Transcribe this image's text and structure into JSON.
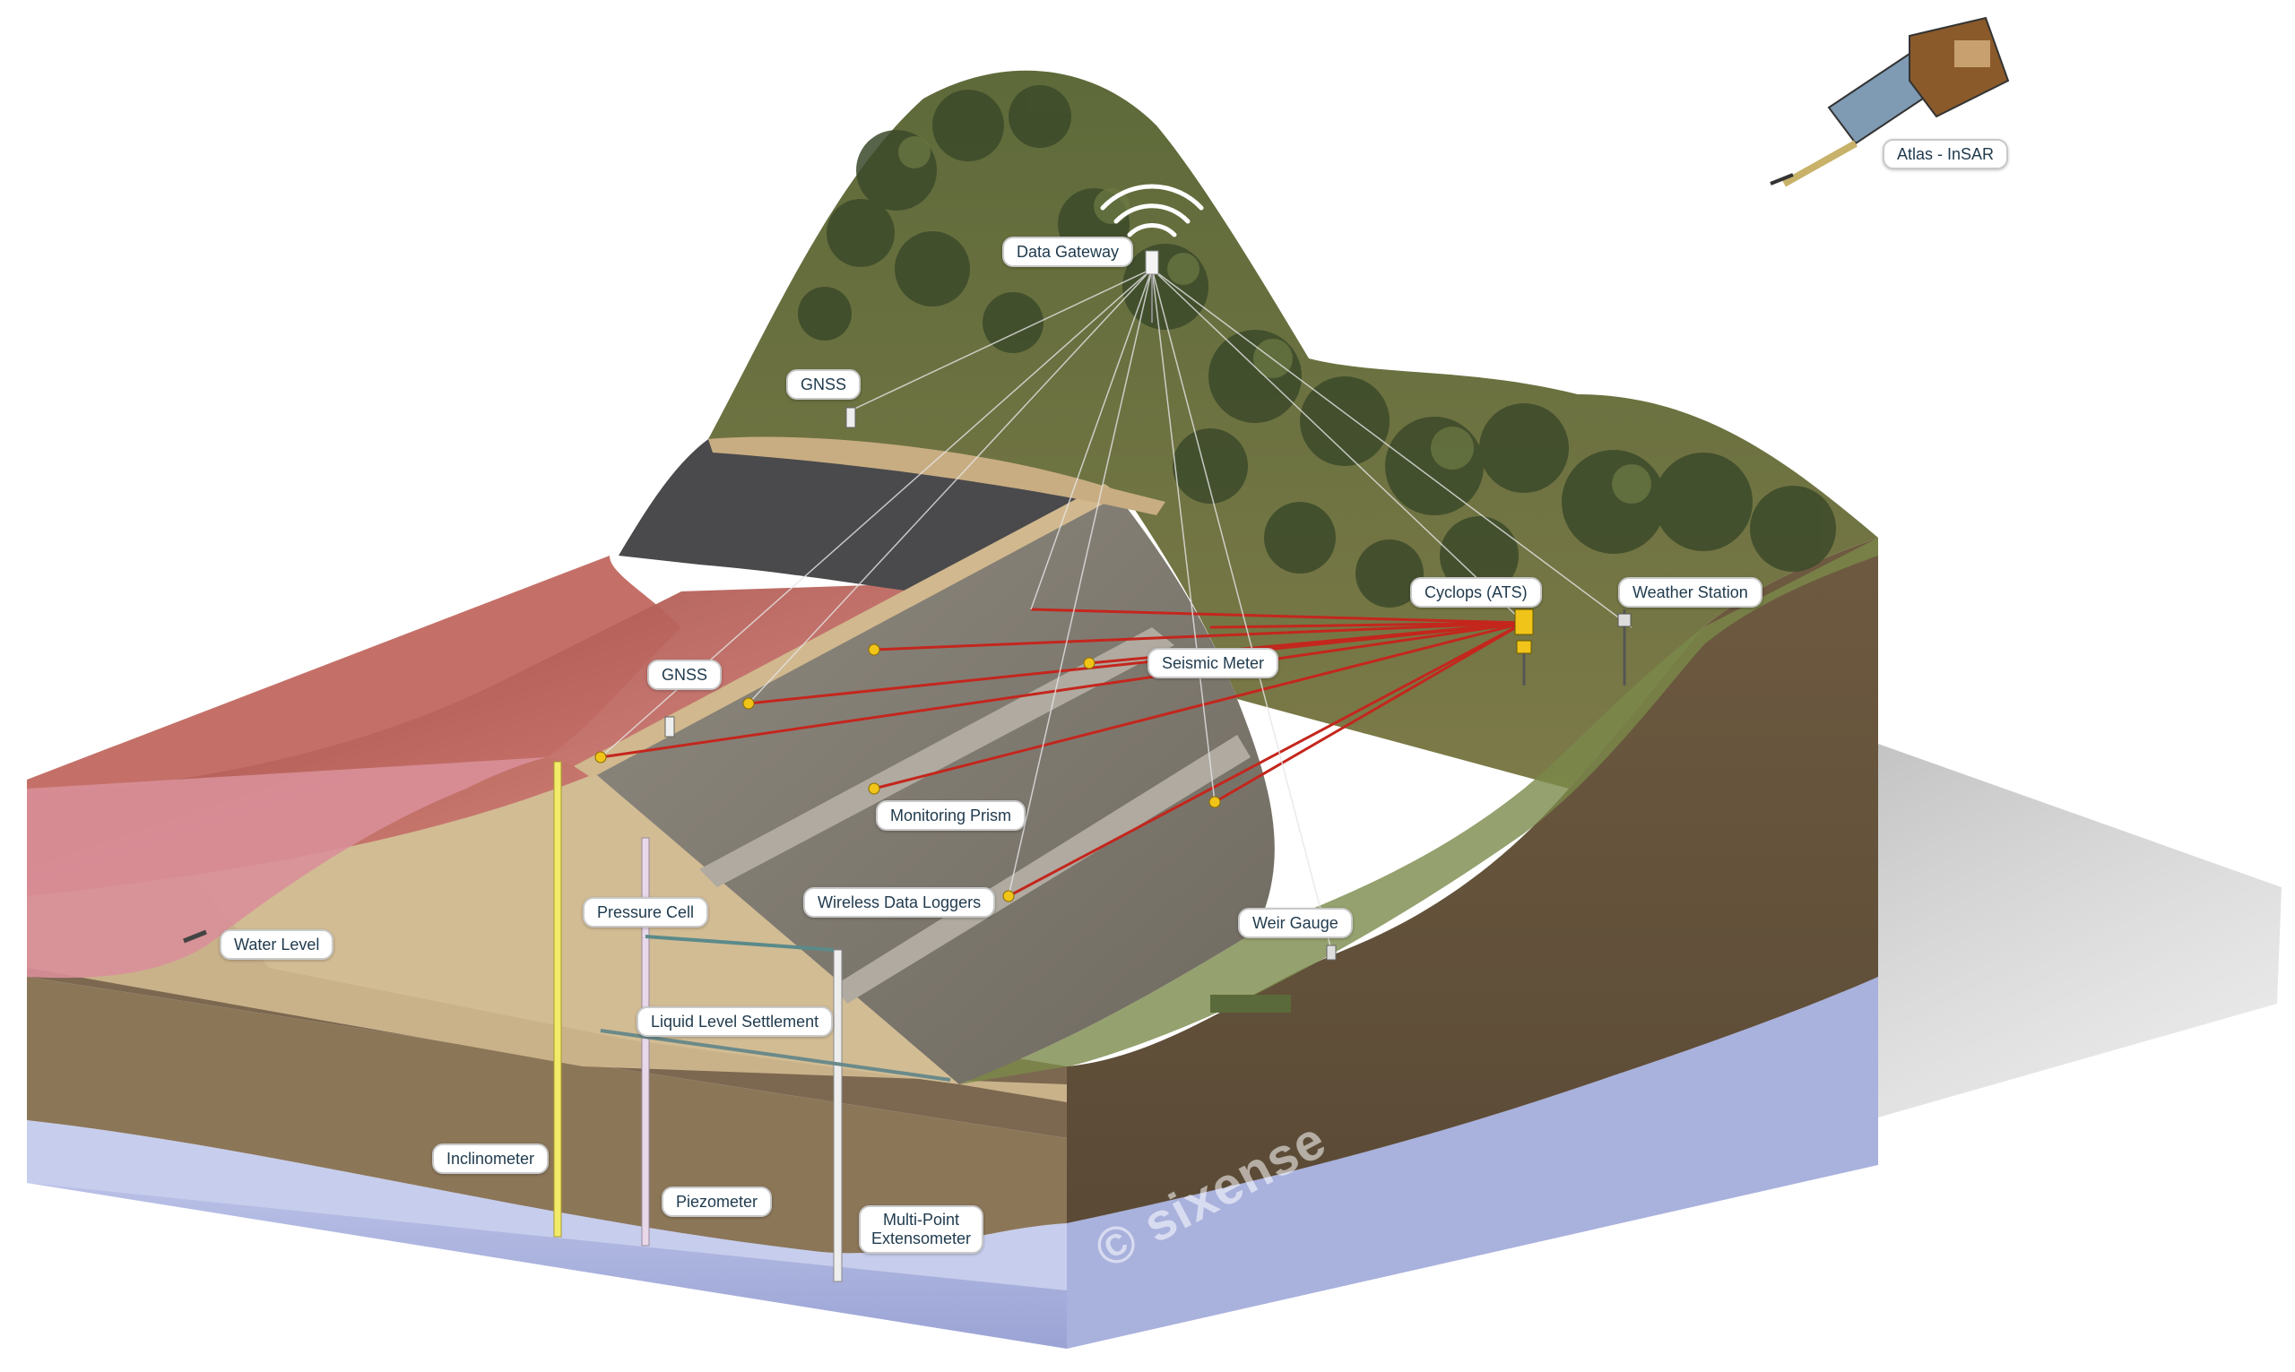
{
  "labels": {
    "atlas_insar": "Atlas - InSAR",
    "data_gateway": "Data Gateway",
    "gnss_top": "GNSS",
    "gnss_crest": "GNSS",
    "cyclops": "Cyclops (ATS)",
    "weather_station": "Weather Station",
    "seismic_meter": "Seismic Meter",
    "monitoring_prism": "Monitoring Prism",
    "wireless_data_loggers": "Wireless Data Loggers",
    "pressure_cell": "Pressure Cell",
    "water_level": "Water Level",
    "weir_gauge": "Weir Gauge",
    "liquid_level_settlement": "Liquid Level Settlement",
    "inclinometer": "Inclinometer",
    "piezometer": "Piezometer",
    "multi_point_extensometer": [
      "Multi-Point",
      "Extensometer"
    ]
  },
  "watermark": "© sixense",
  "colors": {
    "reservoir_water": "#b9655c",
    "embankment_rockfill": "#8a8478",
    "liner": "#4a4a4c",
    "vegetation": "#4f5e36",
    "soil_cross_section": "#7a6448",
    "bedrock": "#b8c0e6",
    "laser_beam": "#c4261d",
    "label_text": "#1f3a4d"
  },
  "icons": [
    "satellite-icon",
    "wifi-signal-icon",
    "total-station-icon",
    "weather-station-icon",
    "monitoring-prism-icon",
    "gnss-antenna-icon",
    "data-logger-icon"
  ]
}
